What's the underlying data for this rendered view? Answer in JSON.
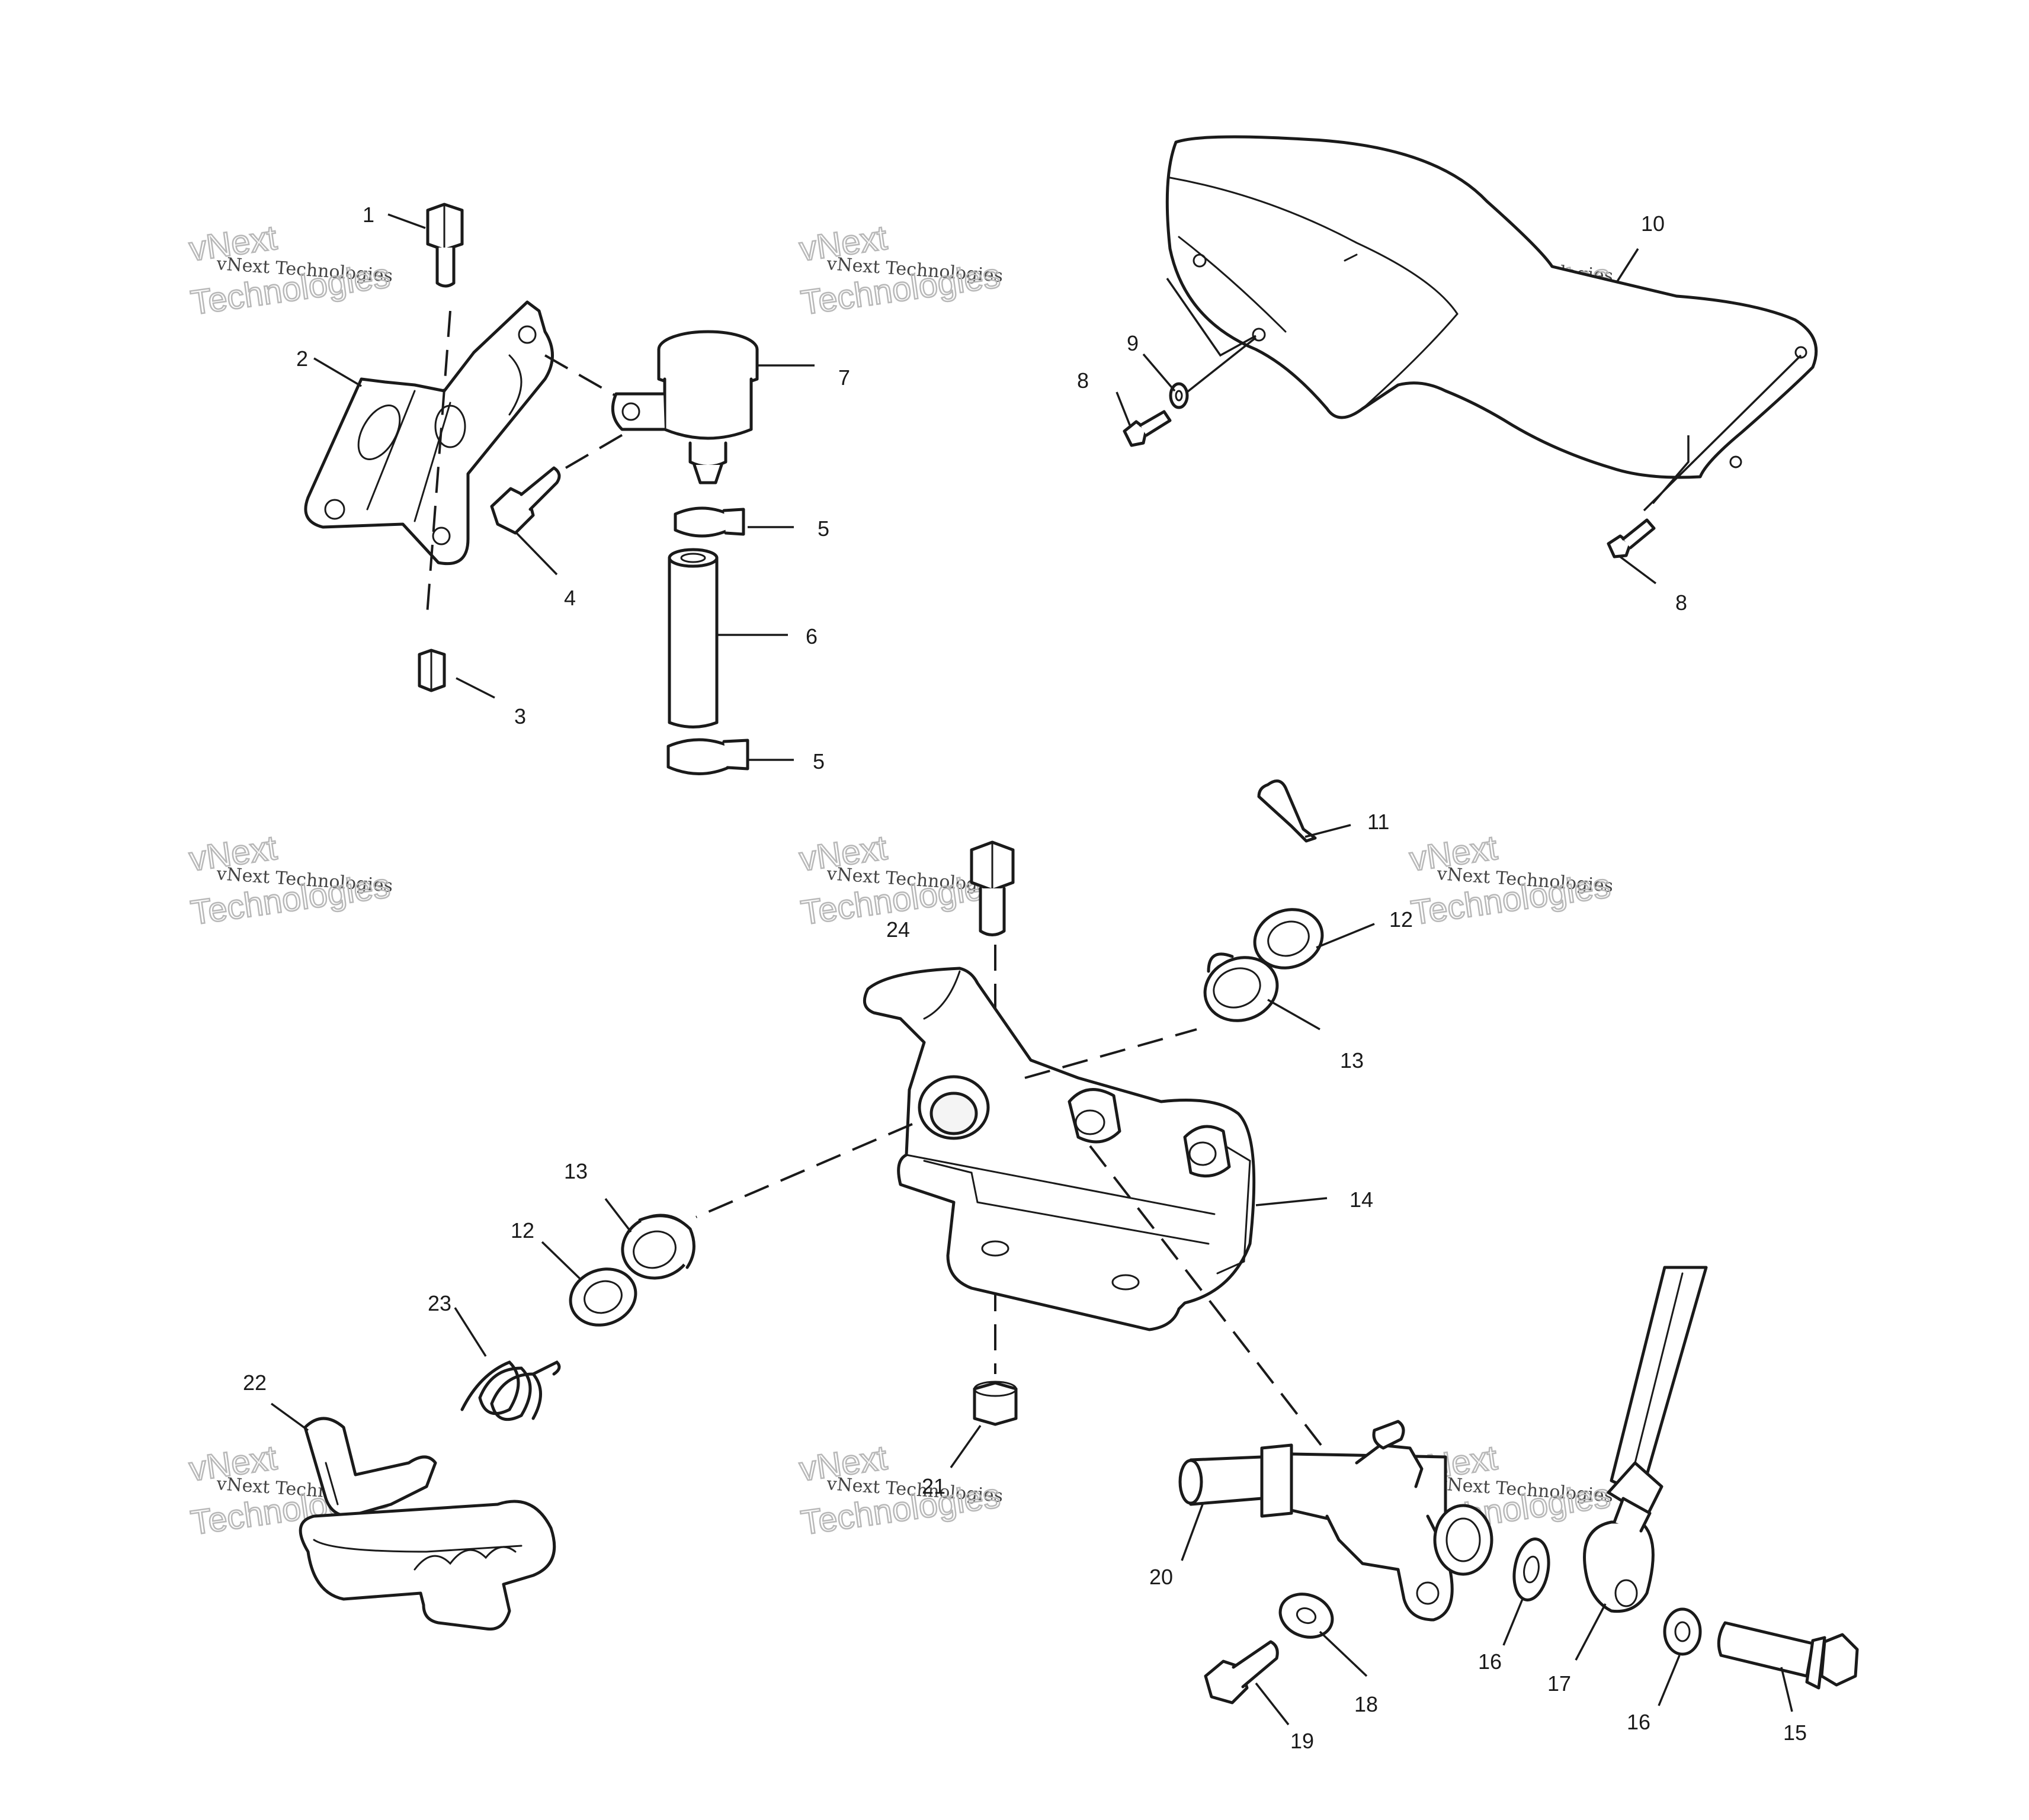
{
  "watermark": {
    "brand": "vNext",
    "company": "vNext Technologies",
    "big": "Technologies"
  },
  "callouts": {
    "c1": "1",
    "c2": "2",
    "c3": "3",
    "c4": "4",
    "c5a": "5",
    "c5b": "5",
    "c6": "6",
    "c7": "7",
    "c8a": "8",
    "c8b": "8",
    "c9": "9",
    "c10": "10",
    "c11": "11",
    "c12a": "12",
    "c12b": "12",
    "c13a": "13",
    "c13b": "13",
    "c14": "14",
    "c15": "15",
    "c16a": "16",
    "c16b": "16",
    "c17": "17",
    "c18": "18",
    "c19": "19",
    "c20": "20",
    "c21": "21",
    "c22": "22",
    "c23": "23",
    "c24": "24"
  }
}
